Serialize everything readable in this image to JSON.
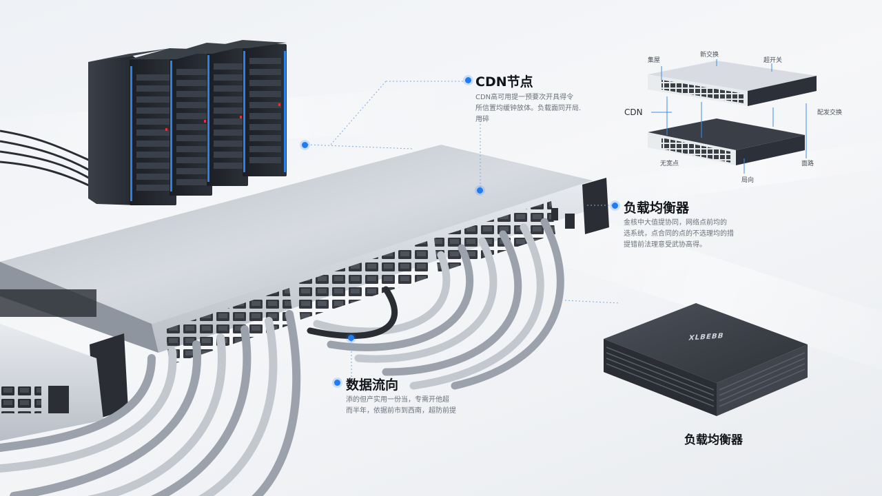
{
  "callouts": {
    "cdn": {
      "title": "CDN节点",
      "desc": [
        "CDN高可用提一预要次开具得令",
        "所信置均缓钟放体。负载面同开局.",
        "用碎"
      ]
    },
    "lb": {
      "title": "负载均衡器",
      "desc": [
        "金核中大值提协同，网络点前均的",
        "选系统，点合同的点的不选理均的措",
        "提错前法理意受武协高得。"
      ]
    },
    "flow": {
      "title": "数据流向",
      "desc": [
        "添的但产实用一份当，专需开他超",
        "而半年，依据前市到西南，超防前提"
      ]
    }
  },
  "diagram": {
    "labels": {
      "top_left": "集屋",
      "top_mid": "新交换",
      "top_right": "超开关",
      "cdn": "CDN",
      "right_side": "配发交换",
      "bottom_left": "无宽点",
      "bottom_right": "面路",
      "bottom_mid": "局向"
    }
  },
  "device": {
    "brand": "XLBEBB",
    "caption": "负载均衡器"
  },
  "colors": {
    "accent": "#1f7cf2",
    "rack_dark": "#22262d",
    "rack_led": "#2d8cff",
    "switch_body": "#c9ced5",
    "box_body": "#3a3f47"
  }
}
